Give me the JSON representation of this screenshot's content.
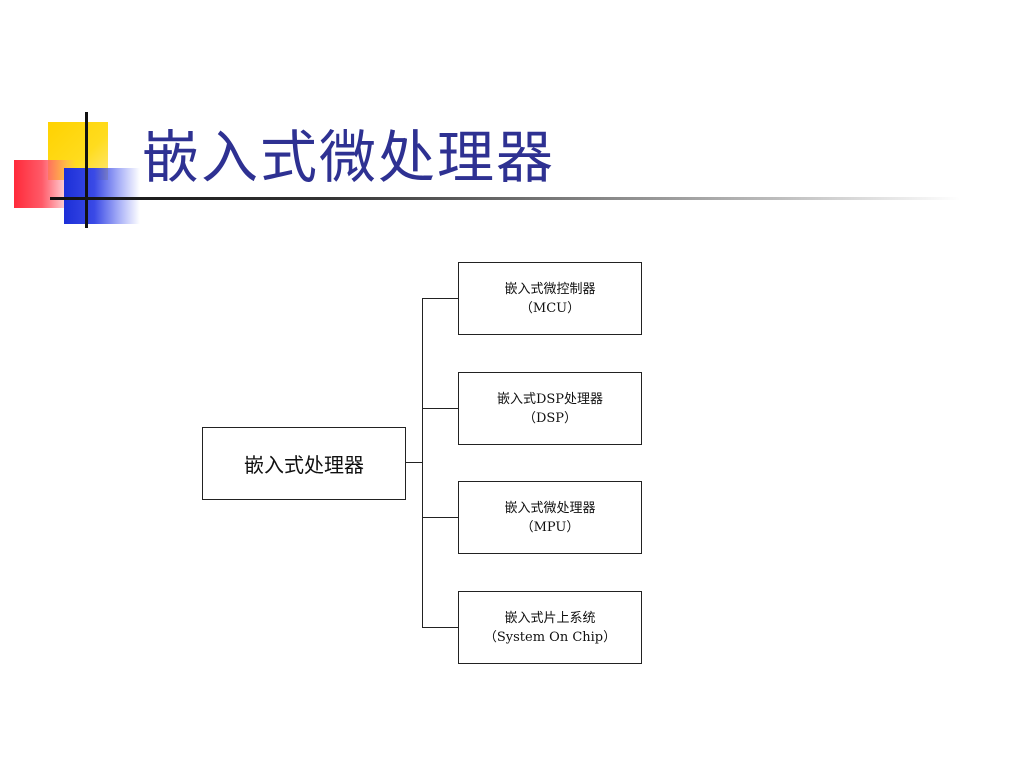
{
  "slide": {
    "title": "嵌入式微处理器"
  },
  "diagram": {
    "root": {
      "label": "嵌入式处理器"
    },
    "children": [
      {
        "label": "嵌入式微控制器",
        "sublabel": "（MCU）"
      },
      {
        "label": "嵌入式DSP处理器",
        "sublabel": "（DSP）"
      },
      {
        "label": "嵌入式微处理器",
        "sublabel": "（MPU）"
      },
      {
        "label": "嵌入式片上系统",
        "sublabel": "（System On Chip）"
      }
    ]
  },
  "colors": {
    "title": "#2e3192",
    "logo_yellow": "#ffd200",
    "logo_red": "#ff2a3a",
    "logo_blue": "#1c2fd8",
    "line": "#222222"
  }
}
